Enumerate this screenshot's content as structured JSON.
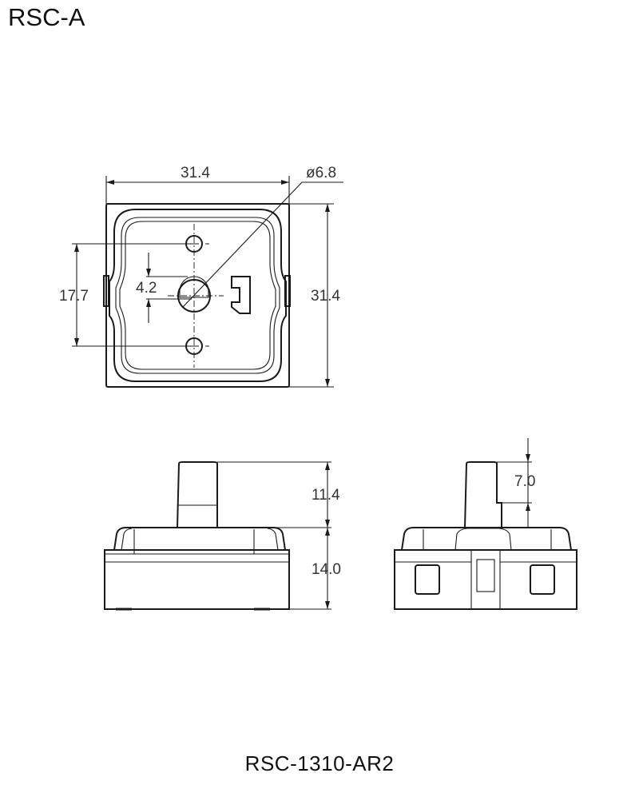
{
  "title": "RSC-A",
  "model": "RSC-1310-AR2",
  "dimensions": {
    "top_width": "31.4",
    "top_height": "31.4",
    "shaft_diameter": "ø6.8",
    "hole_spacing": "17.7",
    "flat_offset": "4.2",
    "shaft_height": "11.4",
    "body_height": "14.0",
    "flat_length": "7.0"
  }
}
